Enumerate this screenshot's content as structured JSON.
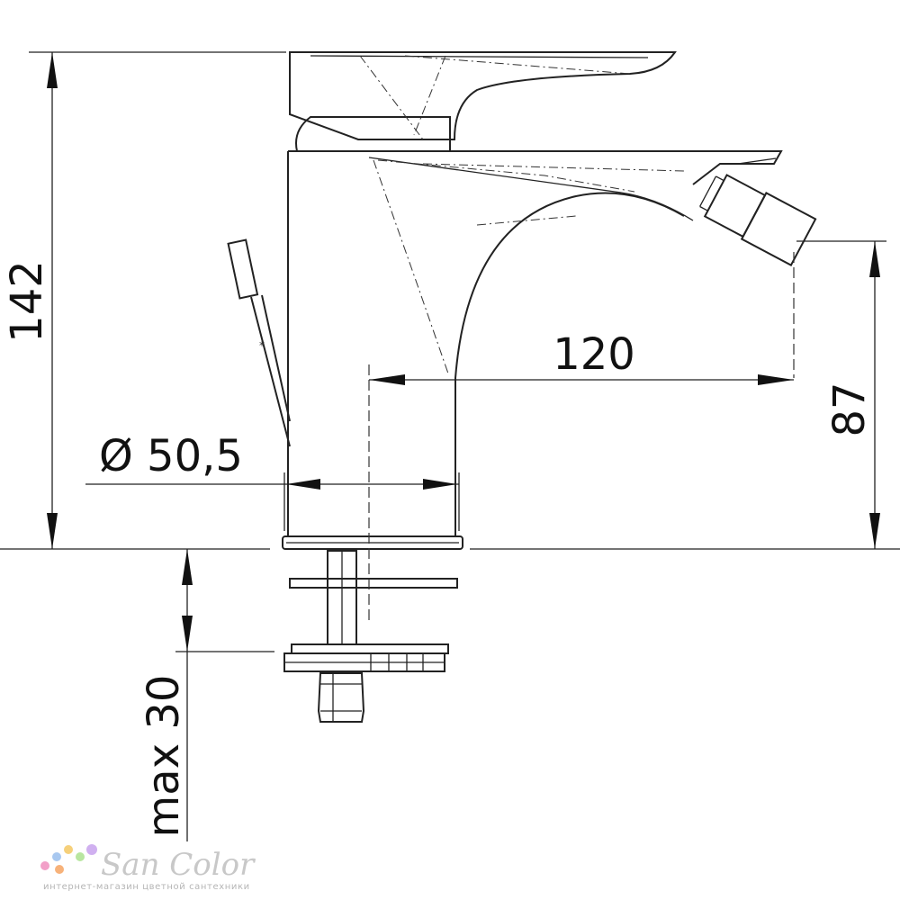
{
  "dimensions": {
    "height": "142",
    "diameter": "Ø 50,5",
    "reach": "120",
    "outlet_height": "87",
    "deck_thickness": "max 30"
  },
  "watermark": {
    "brand": "San Color",
    "tagline": "интернет-магазин цветной сантехники",
    "dot_colors": [
      "#f2a0c8",
      "#a8c8f0",
      "#f6d07a",
      "#b8e6a0",
      "#d0b0f0",
      "#f7b27a"
    ]
  }
}
